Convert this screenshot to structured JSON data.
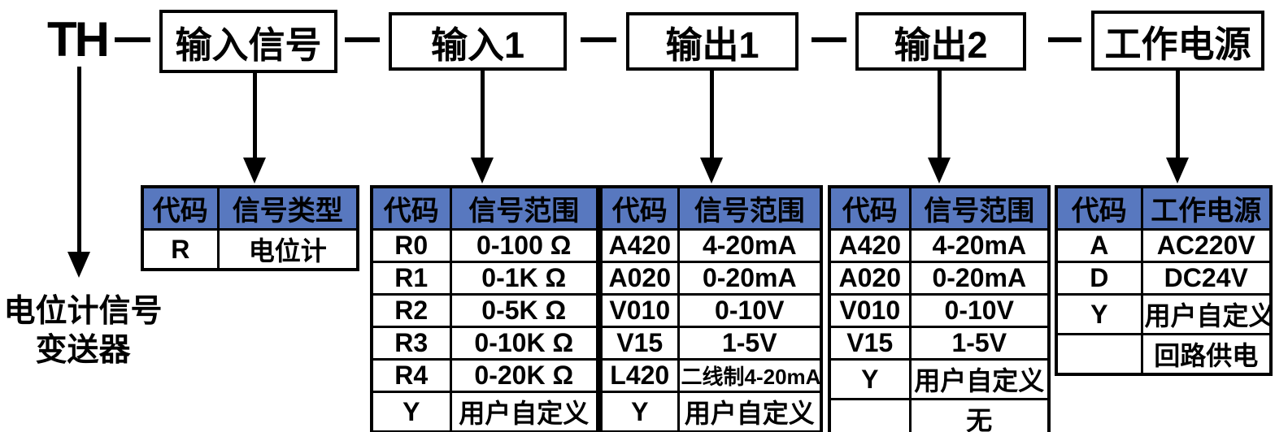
{
  "diagram": {
    "prefix": "TH",
    "prefix_note_line1": "电位计信号",
    "prefix_note_line2": "变送器",
    "boxes": [
      "输入信号",
      "输入1",
      "输出1",
      "输出2",
      "工作电源"
    ]
  },
  "colors": {
    "header_bg": "#5878bf",
    "line": "#000000",
    "background": "#ffffff"
  },
  "tables": [
    {
      "headers": [
        "代码",
        "信号类型"
      ],
      "rows": [
        [
          "R",
          "电位计"
        ]
      ]
    },
    {
      "headers": [
        "代码",
        "信号范围"
      ],
      "rows": [
        [
          "R0",
          "0-100 Ω"
        ],
        [
          "R1",
          "0-1K Ω"
        ],
        [
          "R2",
          "0-5K Ω"
        ],
        [
          "R3",
          "0-10K Ω"
        ],
        [
          "R4",
          "0-20K Ω"
        ],
        [
          "Y",
          "用户自定义"
        ]
      ]
    },
    {
      "headers": [
        "代码",
        "信号范围"
      ],
      "rows": [
        [
          "A420",
          "4-20mA"
        ],
        [
          "A020",
          "0-20mA"
        ],
        [
          "V010",
          "0-10V"
        ],
        [
          "V15",
          "1-5V"
        ],
        [
          "L420",
          "二线制4-20mA"
        ],
        [
          "Y",
          "用户自定义"
        ]
      ]
    },
    {
      "headers": [
        "代码",
        "信号范围"
      ],
      "rows": [
        [
          "A420",
          "4-20mA"
        ],
        [
          "A020",
          "0-20mA"
        ],
        [
          "V010",
          "0-10V"
        ],
        [
          "V15",
          "1-5V"
        ],
        [
          "Y",
          "用户自定义"
        ],
        [
          "",
          "无"
        ]
      ]
    },
    {
      "headers": [
        "代码",
        "工作电源"
      ],
      "rows": [
        [
          "A",
          "AC220V"
        ],
        [
          "D",
          "DC24V"
        ],
        [
          "Y",
          "用户自定义"
        ],
        [
          "",
          "回路供电"
        ]
      ]
    }
  ]
}
